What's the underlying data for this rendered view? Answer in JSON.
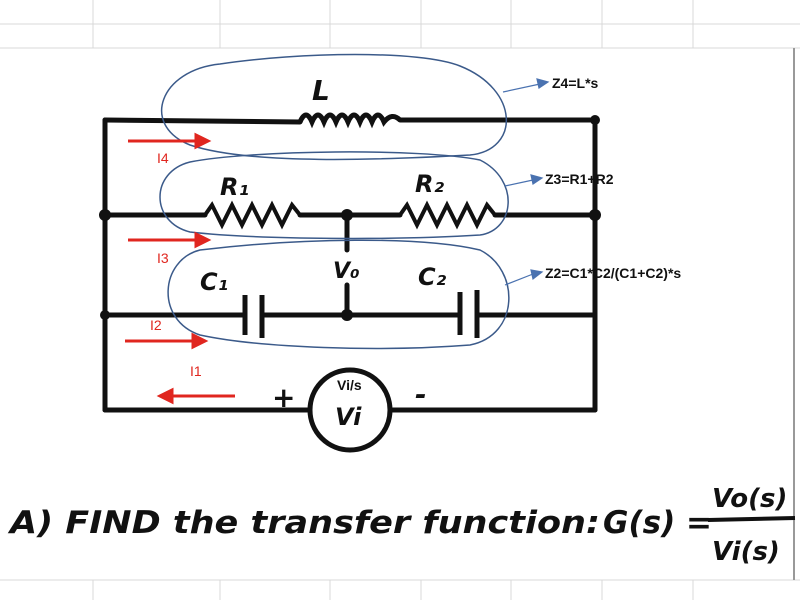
{
  "circuit": {
    "labels": {
      "inductor": "L",
      "r1": "R₁",
      "r2": "R₂",
      "c1": "C₁",
      "c2": "C₂",
      "vo": "V₀",
      "source": "Vi",
      "source_laplace": "Vi/s",
      "plus": "+",
      "minus": "-"
    },
    "currents": [
      "I4",
      "I3",
      "I2",
      "I1"
    ],
    "impedances": {
      "z4": "Z4=L*s",
      "z3": "Z3=R1+R2",
      "z2": "Z2=C1*C2/(C1+C2)*s"
    },
    "colors": {
      "wire": "#111111",
      "current_arrow": "#e0261f",
      "loop": "#3b5a8a",
      "pointer": "#4a72b0"
    }
  },
  "question": {
    "prefix": "A) FIND the transfer function:",
    "lhs": "G(s) =",
    "numerator": "Vo(s)",
    "denominator": "Vi(s)"
  }
}
